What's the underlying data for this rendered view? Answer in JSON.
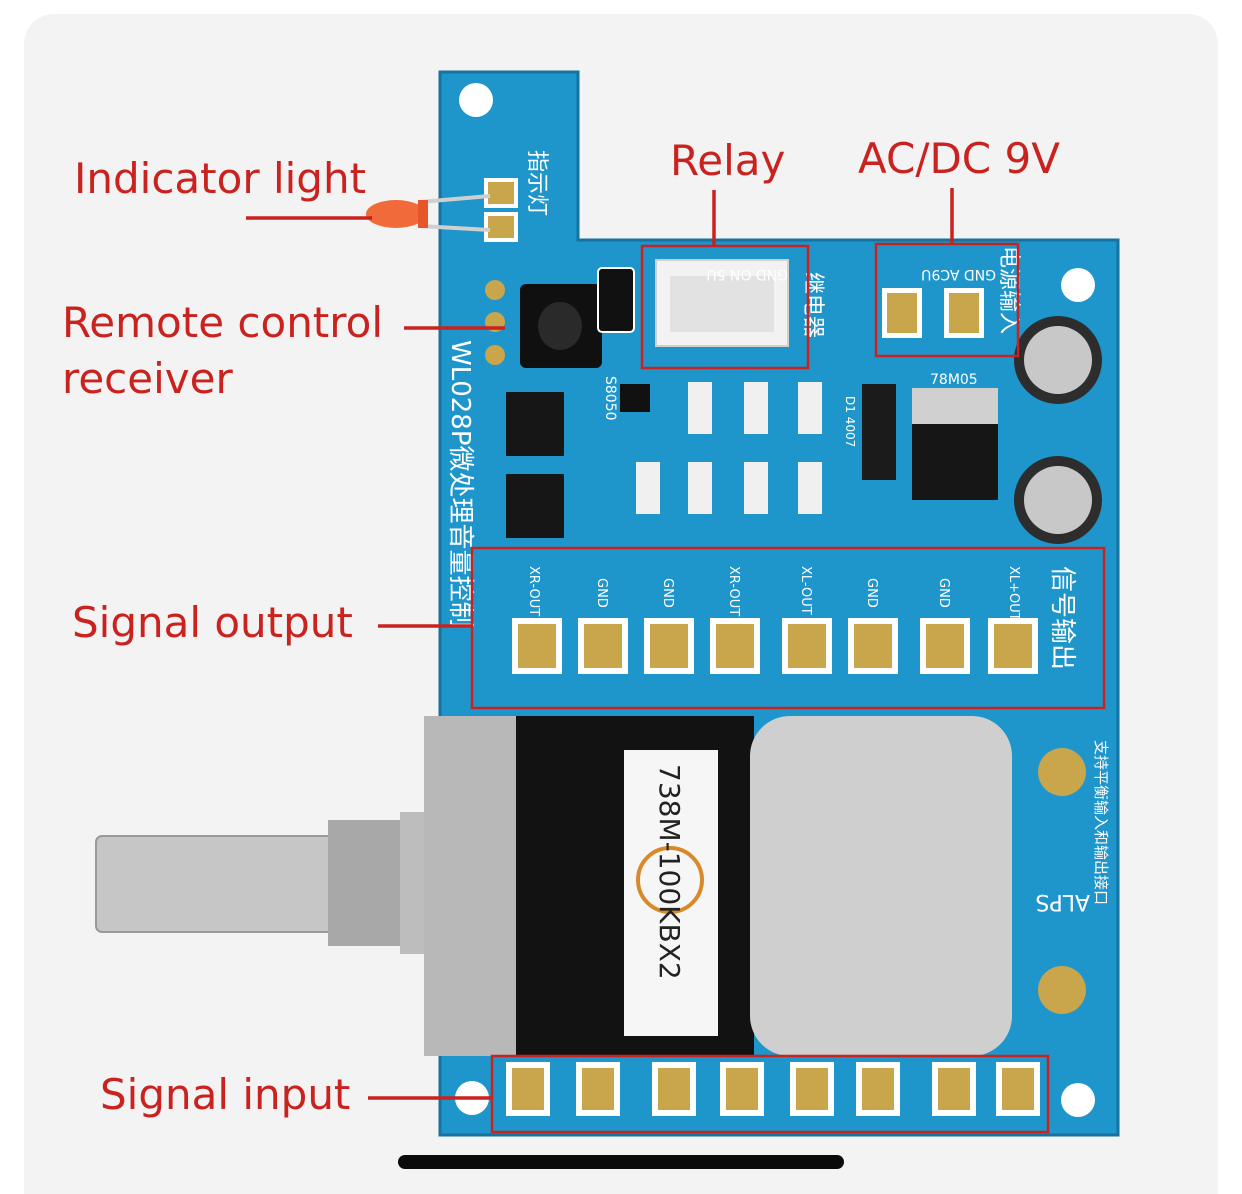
{
  "labels": {
    "indicator_light": "Indicator light",
    "relay": "Relay",
    "ac_dc": "AC/DC 9V",
    "remote_line1": "Remote control",
    "remote_line2": "receiver",
    "signal_output": "Signal output",
    "signal_input": "Signal input"
  },
  "board_text": {
    "model": "WL028P微处理音量控制",
    "pot_label": "738M-100KBX2",
    "regulator": "78M05",
    "led_cn": "指示灯",
    "power_cn": "电源输入",
    "relay_cn": "继电器",
    "output_cn": "信号输出",
    "side_cn": "支持平衡输入和输出接口",
    "relay_pins": "GND ON 5U",
    "power_pins": "GND AC9U",
    "transistor": "S8050",
    "alps": "ALPS",
    "diode": "D1 4007",
    "output_pins": [
      "XR-OUT",
      "GND",
      "GND",
      "XR-OUT",
      "XL-OUT",
      "GND",
      "GND",
      "XL+OUT"
    ]
  },
  "colors": {
    "annotation": "#c9221f",
    "pcb": "#1e96cc",
    "pad": "#c9a54c",
    "background": "#f3f3f3"
  }
}
